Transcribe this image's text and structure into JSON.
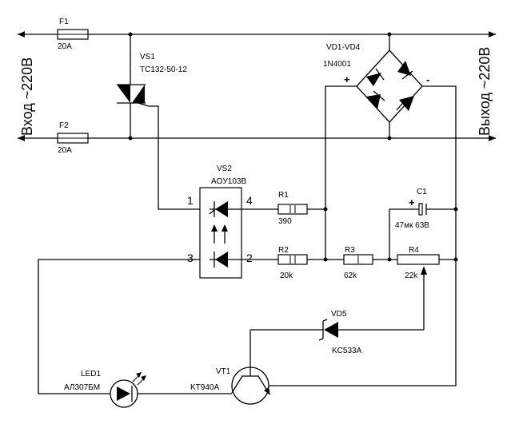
{
  "labels": {
    "input": "Вход ~220В",
    "output": "Выход ~220В"
  },
  "components": {
    "F1": {
      "ref": "F1",
      "value": "20A"
    },
    "F2": {
      "ref": "F2",
      "value": "20A"
    },
    "VS1": {
      "ref": "VS1",
      "value": "TC132-50-12"
    },
    "VD1_VD4": {
      "ref": "VD1-VD4",
      "value": "1N4001",
      "plus": "+",
      "minus": "-"
    },
    "VS2": {
      "ref": "VS2",
      "value": "AOУ103В",
      "pin1": "1",
      "pin2": "2",
      "pin3": "3",
      "pin4": "4"
    },
    "R1": {
      "ref": "R1",
      "value": "390"
    },
    "R2": {
      "ref": "R2",
      "value": "20k"
    },
    "R3": {
      "ref": "R3",
      "value": "62k"
    },
    "R4": {
      "ref": "R4",
      "value": "22k"
    },
    "C1": {
      "ref": "C1",
      "value": "47мк 63В",
      "plus": "+"
    },
    "VD5": {
      "ref": "VD5",
      "value": "KC533A"
    },
    "LED1": {
      "ref": "LED1",
      "value": "АЛ307БМ"
    },
    "VT1": {
      "ref": "VT1",
      "value": "KT940A"
    }
  }
}
